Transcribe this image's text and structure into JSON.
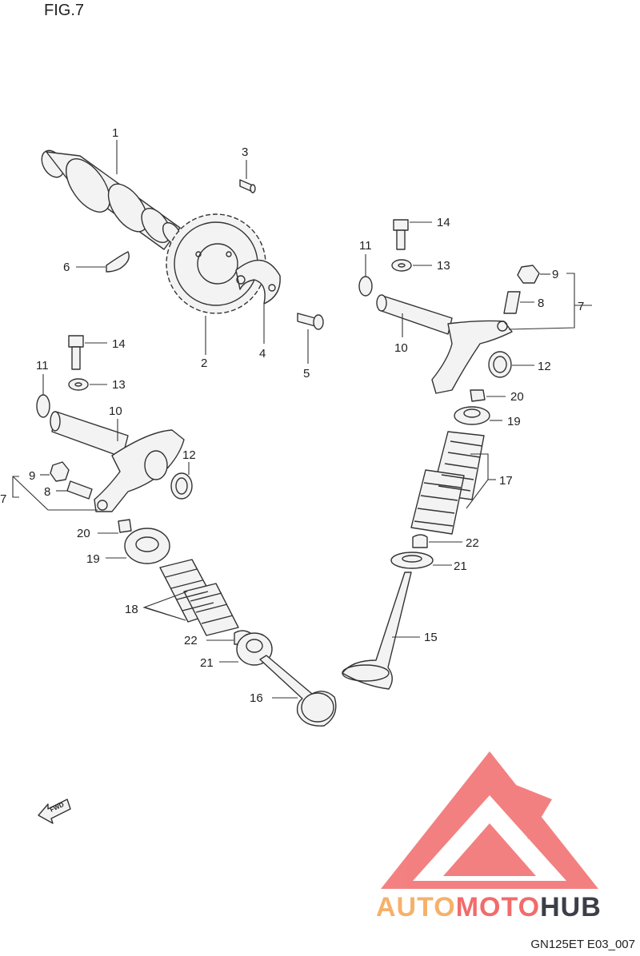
{
  "figure": {
    "title": "FIG.7",
    "code": "GN125ET E03_007"
  },
  "fwd_label": "FWD",
  "logo": {
    "part1": "AUTO",
    "part2": "MOTO",
    "part3": "HUB",
    "colors": {
      "auto": "#f5b16a",
      "moto": "#f26b6b",
      "hub": "#3a3f48",
      "mark": "#f26b6b"
    }
  },
  "callouts": [
    {
      "id": "c1",
      "text": "1"
    },
    {
      "id": "c2",
      "text": "2"
    },
    {
      "id": "c3",
      "text": "3"
    },
    {
      "id": "c4",
      "text": "4"
    },
    {
      "id": "c5",
      "text": "5"
    },
    {
      "id": "c6",
      "text": "6"
    },
    {
      "id": "c7a",
      "text": "7"
    },
    {
      "id": "c7b",
      "text": "7"
    },
    {
      "id": "c8a",
      "text": "8"
    },
    {
      "id": "c8b",
      "text": "8"
    },
    {
      "id": "c9a",
      "text": "9"
    },
    {
      "id": "c9b",
      "text": "9"
    },
    {
      "id": "c10a",
      "text": "10"
    },
    {
      "id": "c10b",
      "text": "10"
    },
    {
      "id": "c11a",
      "text": "11"
    },
    {
      "id": "c11b",
      "text": "11"
    },
    {
      "id": "c12a",
      "text": "12"
    },
    {
      "id": "c12b",
      "text": "12"
    },
    {
      "id": "c13a",
      "text": "13"
    },
    {
      "id": "c13b",
      "text": "13"
    },
    {
      "id": "c14a",
      "text": "14"
    },
    {
      "id": "c14b",
      "text": "14"
    },
    {
      "id": "c15",
      "text": "15"
    },
    {
      "id": "c16",
      "text": "16"
    },
    {
      "id": "c17",
      "text": "17"
    },
    {
      "id": "c18",
      "text": "18"
    },
    {
      "id": "c19a",
      "text": "19"
    },
    {
      "id": "c19b",
      "text": "19"
    },
    {
      "id": "c20a",
      "text": "20"
    },
    {
      "id": "c20b",
      "text": "20"
    },
    {
      "id": "c21a",
      "text": "21"
    },
    {
      "id": "c21b",
      "text": "21"
    },
    {
      "id": "c22a",
      "text": "22"
    },
    {
      "id": "c22b",
      "text": "22"
    }
  ]
}
